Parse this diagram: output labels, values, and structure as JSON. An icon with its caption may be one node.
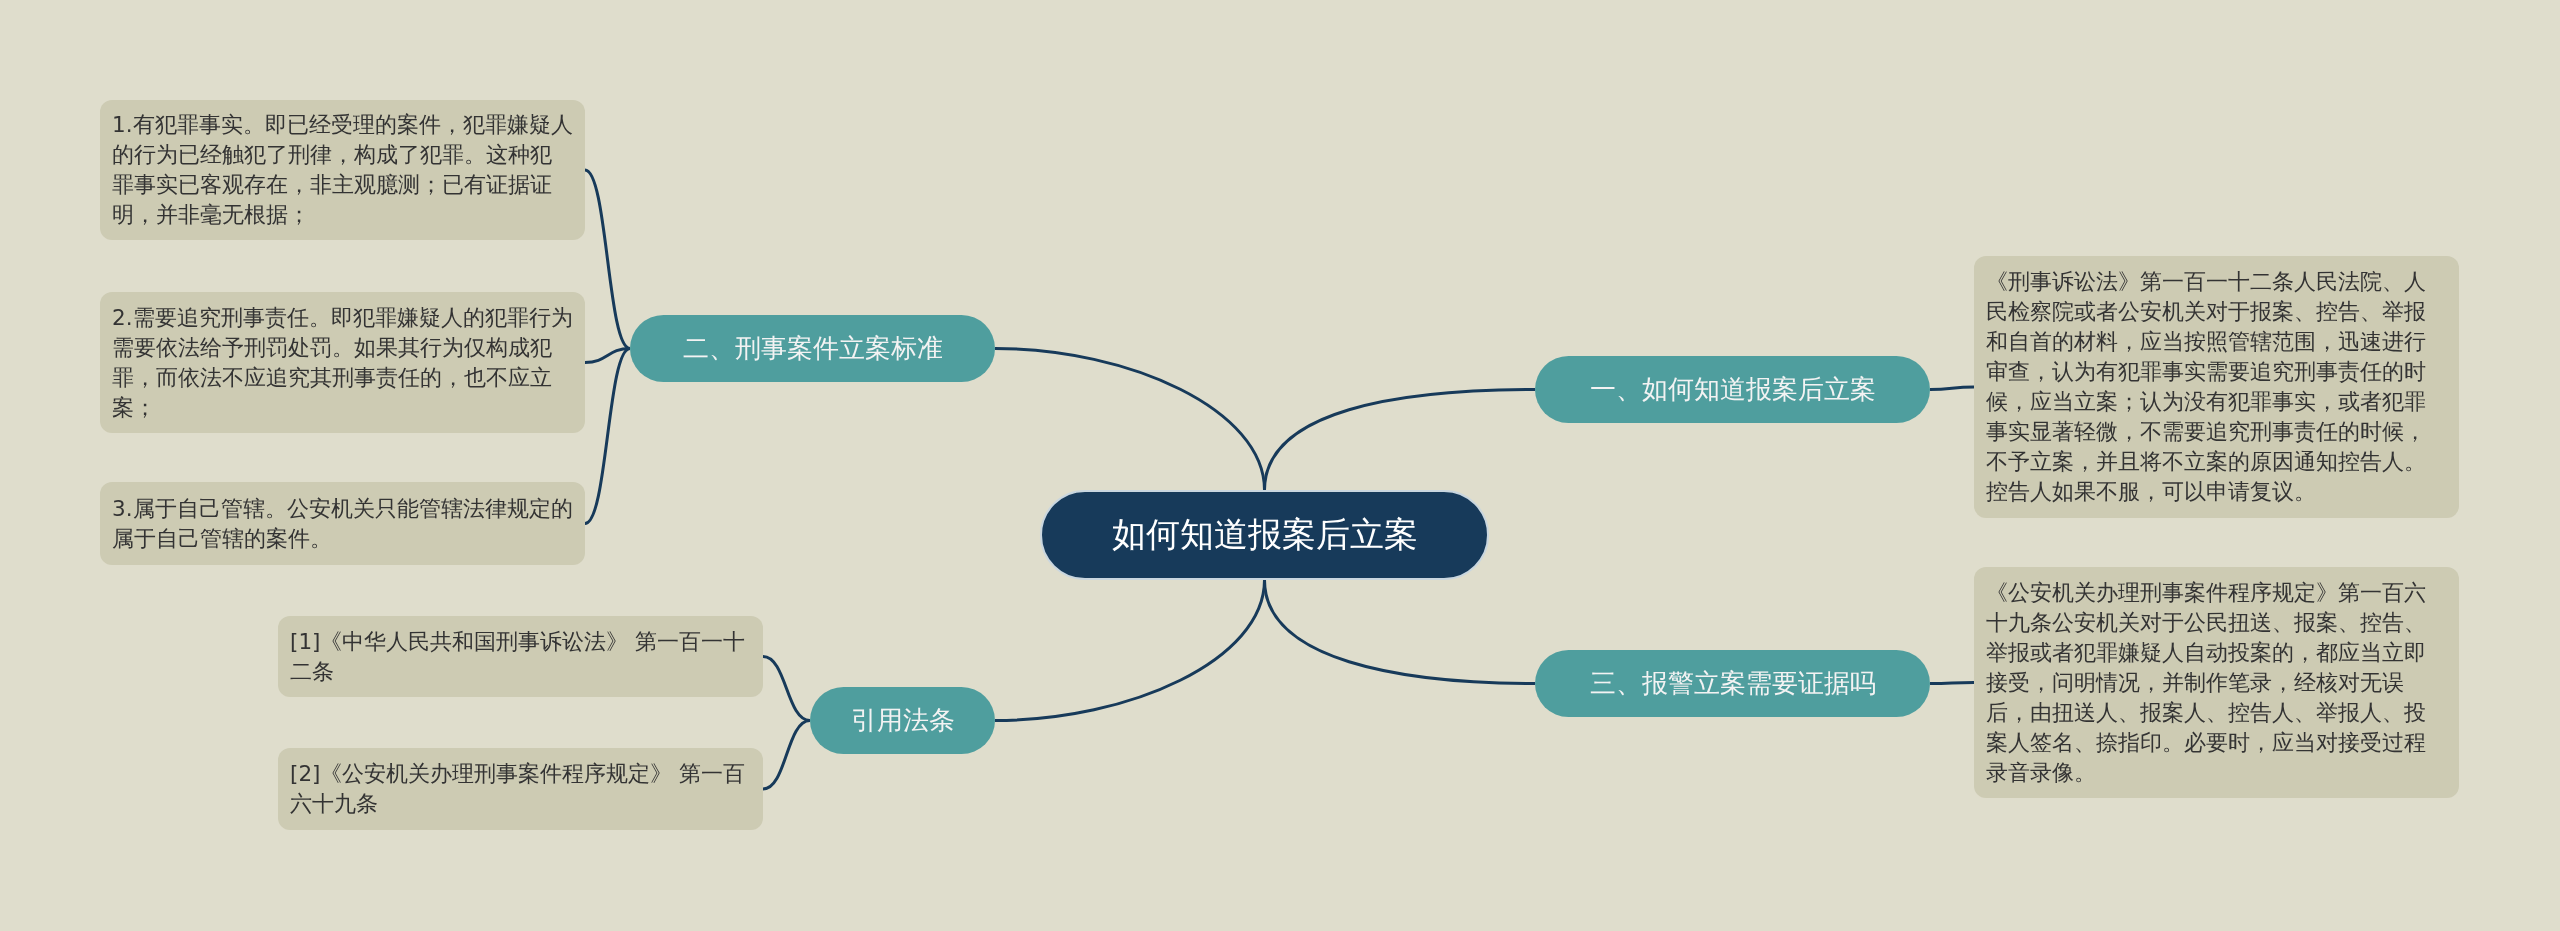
{
  "diagram": {
    "nodes": [
      {
        "text": [
          "如何知道报案后立案"
        ]
      },
      {
        "text": [
          "一、如何知道报案后立案"
        ]
      },
      {
        "text": [
          "《刑事诉讼法》第一百一十二条人民法院、人民检察院或者公安机关对于报案、控告、举报和自首的材料，应当按照管辖范围，迅速进行审查，认为有犯罪事实需要追究刑事责任的时候，应当立案；认为没有犯罪事实，或者犯罪事实显著轻微，不需要追究刑事责任的时候，不予立案，并且将不立案的原因通知控告人。控告人如果不服，可以申请复议。"
        ]
      },
      {
        "text": [
          "三、报警立案需要证据吗"
        ]
      },
      {
        "text": [
          "《公安机关办理刑事案件程序规定》第一百六十九条公安机关对于公民扭送、报案、控告、举报或者犯罪嫌疑人自动投案的，都应当立即接受，问明情况，并制作笔录，经核对无误后，由扭送人、报案人、控告人、举报人、投案人签名、捺指印。必要时，应当对接受过程录音录像。"
        ]
      },
      {
        "text": [
          "二、刑事案件立案标准"
        ]
      },
      {
        "text": [
          "1.有犯罪事实。即已经受理的案件，犯罪嫌疑人的行为已经触犯了刑律，构成了犯罪。这种犯罪事实已客观存在，非主观臆测；已有证据证明，并非毫无根据；"
        ]
      },
      {
        "text": [
          "2.需要追究刑事责任。即犯罪嫌疑人的犯罪行为需要依法给予刑罚处罚。如果其行为仅构成犯罪，而依法不应追究其刑事责任的，也不应立案；"
        ]
      },
      {
        "text": [
          "3.属于自己管辖。公安机关只能管辖法律规定的属于自己管辖的案件。"
        ]
      },
      {
        "text": [
          "引用法条"
        ]
      },
      {
        "text": [
          "[1]《中华人民共和国刑事诉讼法》 第一百一十二条"
        ]
      },
      {
        "text": [
          "[2]《公安机关办理刑事案件程序规定》 第一百六十九条"
        ]
      }
    ],
    "edges": [
      {
        "from": 0,
        "to": 1,
        "arrow": "none"
      },
      {
        "from": 1,
        "to": 2,
        "arrow": "none"
      },
      {
        "from": 0,
        "to": 3,
        "arrow": "none"
      },
      {
        "from": 3,
        "to": 4,
        "arrow": "none"
      },
      {
        "from": 0,
        "to": 5,
        "arrow": "none"
      },
      {
        "from": 5,
        "to": 6,
        "arrow": "none"
      },
      {
        "from": 5,
        "to": 7,
        "arrow": "none"
      },
      {
        "from": 5,
        "to": 8,
        "arrow": "none"
      },
      {
        "from": 0,
        "to": 9,
        "arrow": "none"
      },
      {
        "from": 9,
        "to": 10,
        "arrow": "none"
      },
      {
        "from": 9,
        "to": 11,
        "arrow": "none"
      }
    ]
  }
}
